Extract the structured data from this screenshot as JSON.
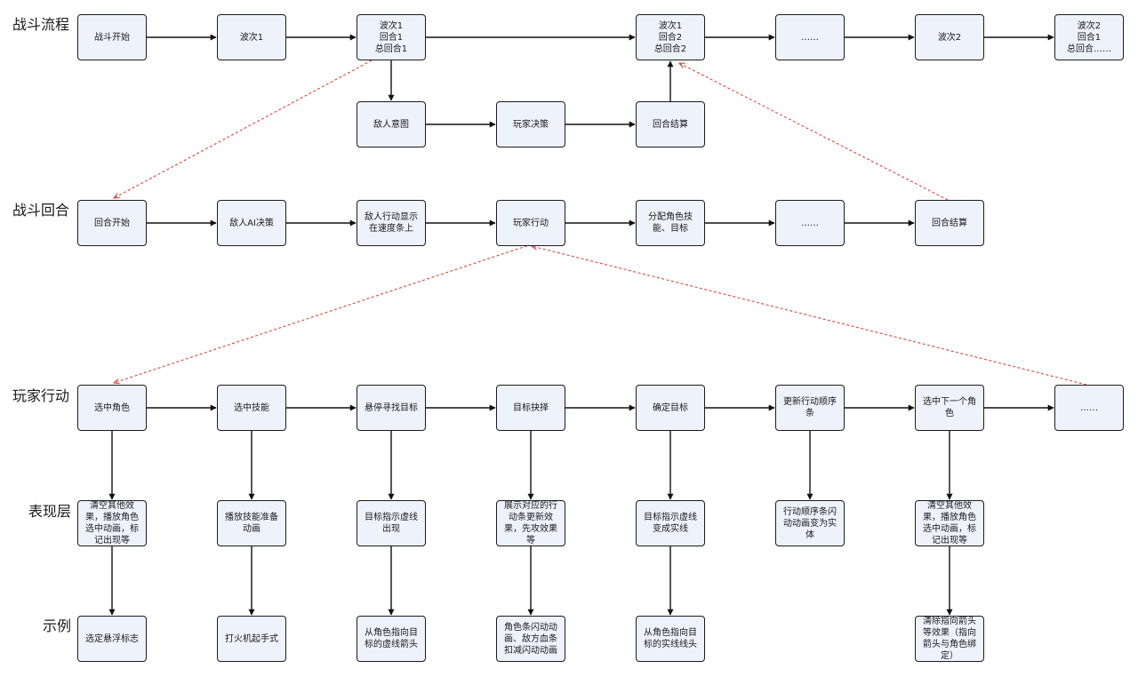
{
  "rows": {
    "battle_flow": "战斗流程",
    "battle_round": "战斗回合",
    "player_action": "玩家行动",
    "presentation": "表现层",
    "example": "示例"
  },
  "flow": {
    "start": "战斗开始",
    "wave1": "波次1",
    "w1r1": [
      "波次1",
      "回合1",
      "总回合1"
    ],
    "w1r2": [
      "波次1",
      "回合2",
      "总回合2"
    ],
    "ellipsis": "……",
    "wave2": "波次2",
    "w2r1": [
      "波次2",
      "回合1",
      "总回合……"
    ],
    "enemy_intent": "敌人意图",
    "player_decision": "玩家决策",
    "round_settle": "回合结算"
  },
  "round": {
    "start": "回合开始",
    "enemy_ai": "敌人AI决策",
    "enemy_show": "敌人行动显示在速度条上",
    "player_action": "玩家行动",
    "assign": "分配角色技能、目标",
    "ellipsis": "……",
    "settle": "回合结算"
  },
  "action": {
    "select_char": "选中角色",
    "select_skill": "选中技能",
    "hover_target": "悬停寻找目标",
    "target_choose": "目标抉择",
    "confirm_target": "确定目标",
    "update_order": "更新行动顺序条",
    "select_next": "选中下一个角色",
    "ellipsis": "……"
  },
  "presentation": {
    "p1": "清空其他效果，播放角色选中动画，标记出现等",
    "p2": "播放技能准备动画",
    "p3": "目标指示虚线出现",
    "p4": "展示对应的行动条更新效果，先攻效果等",
    "p5": "目标指示虚线变成实线",
    "p6": "行动顺序条闪动动画变为实体",
    "p7": "清空其他效果，播放角色选中动画，标记出现等"
  },
  "example": {
    "e1": "选定悬浮标志",
    "e2": "打火机起手式",
    "e3": "从角色指向目标的虚线箭头",
    "e4": "角色条闪动动画、敌方血条扣减闪动动画",
    "e5": "从角色指向目标的实线线头",
    "e7": "清除指向箭头等效果（指向箭头与角色绑定）"
  },
  "colors": {
    "node_fill": "#eef2fb",
    "node_border": "#1c1c1c",
    "solid_edge": "#111111",
    "dashed_edge": "#d9463b"
  }
}
